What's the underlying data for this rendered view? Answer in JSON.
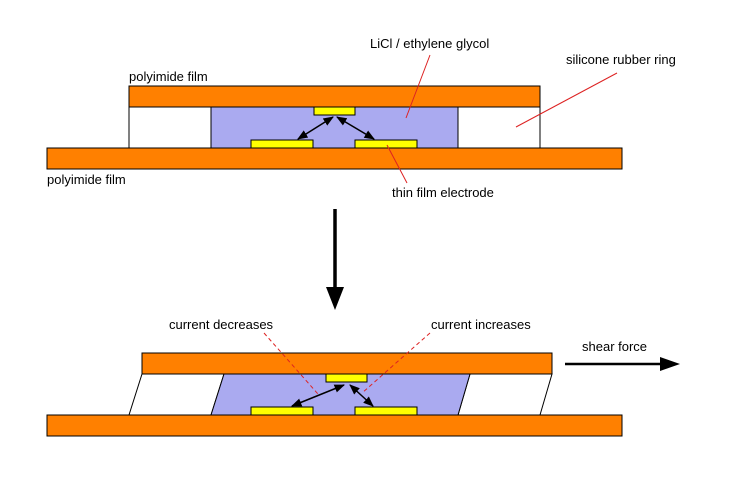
{
  "colors": {
    "film": "#ff8000",
    "electrolyte": "#aaaaf0",
    "electrode": "#ffff00",
    "ring": "#ffffff",
    "leader": "#dd2222",
    "outline": "#000000"
  },
  "labels": {
    "top_film": "polyimide film",
    "bottom_film": "polyimide film",
    "electrolyte": "LiCl / ethylene glycol",
    "ring": "silicone rubber ring",
    "electrode": "thin film electrode",
    "current_decreases": "current decreases",
    "current_increases": "current increases",
    "shear_force": "shear force"
  }
}
